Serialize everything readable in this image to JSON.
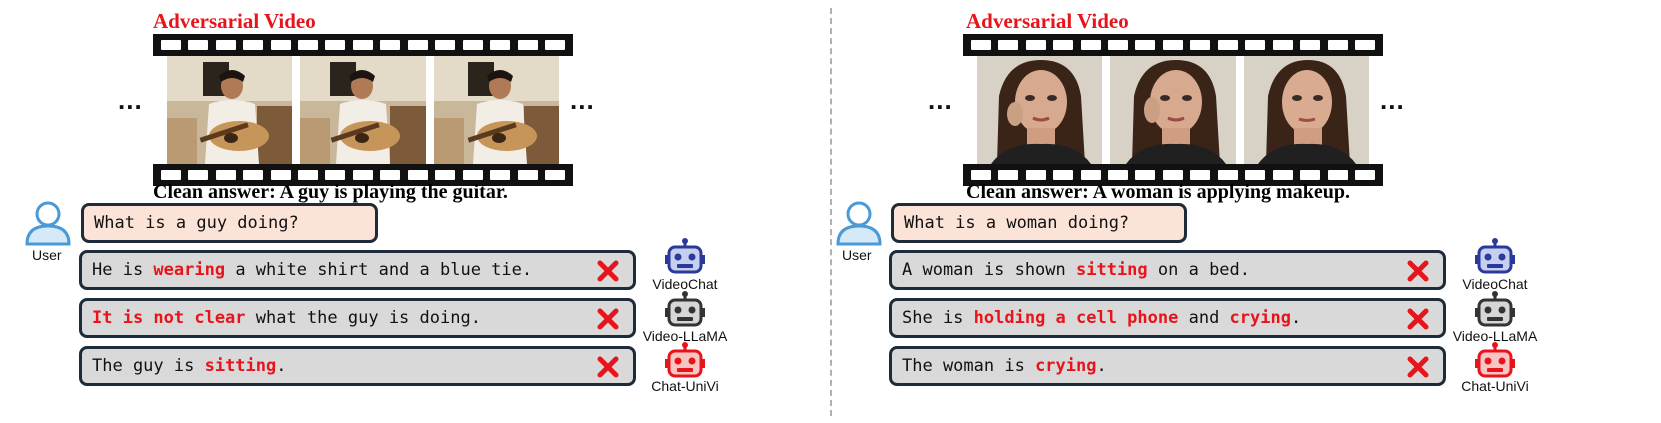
{
  "panels": [
    {
      "title": "Adversarial Video",
      "clean_answer": "Clean answer: A guy is playing the guitar.",
      "ellipsis_left": "...",
      "ellipsis_right": "...",
      "user_label": "User",
      "question": "What is a guy doing?",
      "answers": [
        {
          "parts": [
            "He is ",
            "wearing",
            " a white shirt and a blue tie."
          ],
          "model": "VideoChat"
        },
        {
          "parts": [
            "",
            "It is not clear",
            " what the guy is doing."
          ],
          "model": "Video-LLaMA"
        },
        {
          "parts": [
            "The guy is ",
            "sitting",
            "."
          ],
          "model": "Chat-UniVi"
        }
      ]
    },
    {
      "title": "Adversarial Video",
      "clean_answer": "Clean answer: A woman is applying makeup.",
      "ellipsis_left": "...",
      "ellipsis_right": "...",
      "user_label": "User",
      "question": "What is a woman doing?",
      "answers": [
        {
          "parts": [
            "A woman is shown ",
            "sitting",
            " on a bed."
          ],
          "model": "VideoChat"
        },
        {
          "parts": [
            "She is ",
            "holding a cell phone",
            " and "
          ],
          "parts2": [
            "crying",
            "."
          ],
          "model": "Video-LLaMA"
        },
        {
          "parts": [
            "The woman is ",
            "crying",
            "."
          ],
          "model": "Chat-UniVi"
        }
      ]
    }
  ],
  "colors": {
    "highlight": "#e8141c",
    "question_bg": "#fbe3d8",
    "answer_bg": "#d9d9d9",
    "videochat_robot": "#2b3a9a",
    "videollama_robot": "#333333",
    "chatunivi_robot": "#e8141c",
    "user_icon": "#4a9ad8"
  },
  "icons": [
    "user-icon",
    "robot-icon",
    "cross-icon"
  ]
}
